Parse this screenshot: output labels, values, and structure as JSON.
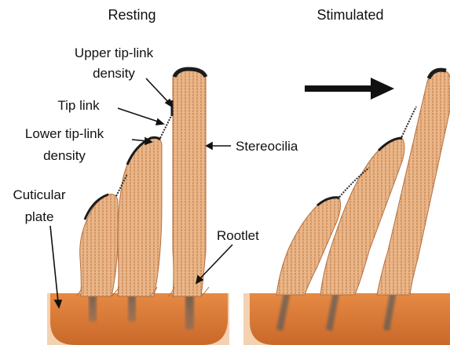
{
  "headings": {
    "resting": "Resting",
    "stimulated": "Stimulated"
  },
  "labels": {
    "upper_line1": "Upper tip-link",
    "upper_line2": "density",
    "tip_link": "Tip link",
    "lower_line1": "Lower tip-link",
    "lower_line2": "density",
    "cuticular_line1": "Cuticular",
    "cuticular_line2": "plate",
    "stereocilia": "Stereocilia",
    "rootlet": "Rootlet"
  },
  "icons": {
    "stimulus_direction": "arrow-right-icon"
  },
  "colors": {
    "stereocilium_fill": "#e9b688",
    "stereocilium_stripe": "#c98250",
    "cuticular_plate": "#d9772f",
    "cell_surface": "#f3d2b2",
    "rootlet": "#5a5a5a",
    "tip_density": "#1c1c1c"
  }
}
